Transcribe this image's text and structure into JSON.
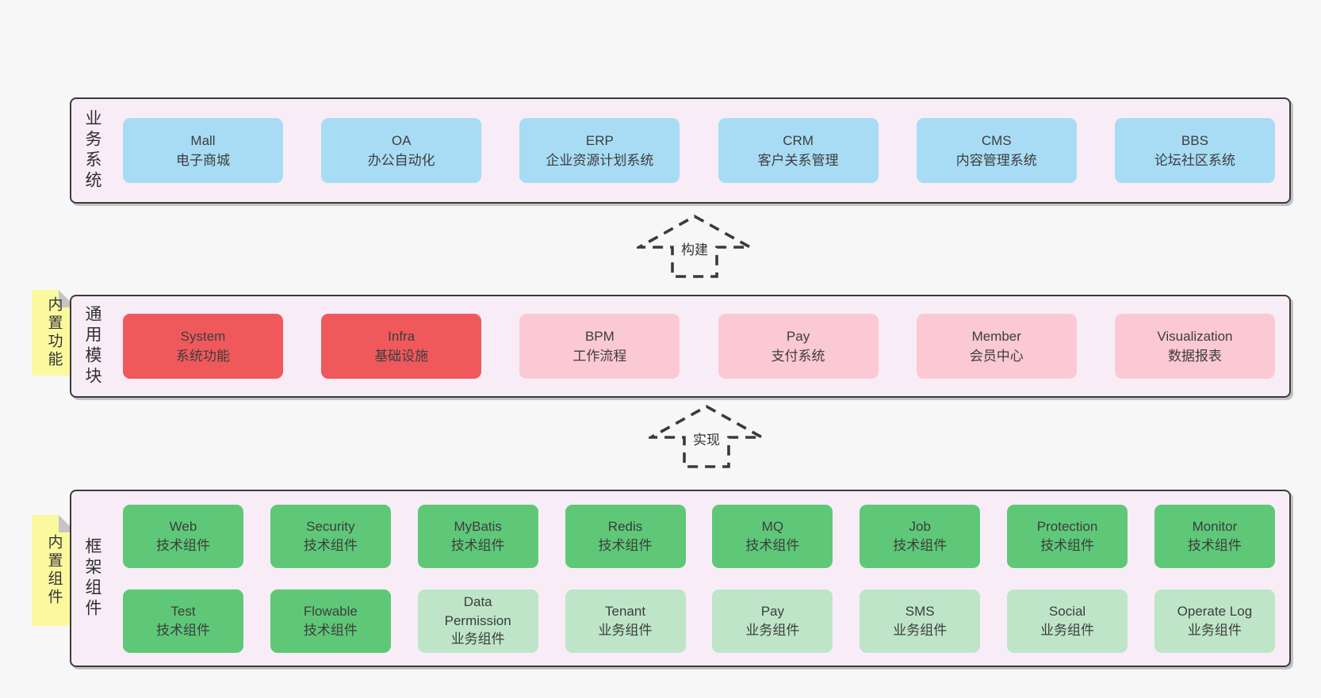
{
  "diagram": {
    "title_hint": "framework architecture diagram",
    "colors": {
      "page_bg": "#f7f7f7",
      "panel_bg": "#f8edf6",
      "panel_border": "#3b3b3b",
      "blue_box": "#a8dcf4",
      "red_box": "#f0595c",
      "pink_box": "#fbc9d3",
      "green_dark_box": "#5ec878",
      "green_light_box": "#bee5c8",
      "sticky_yellow": "#fbf99d",
      "sticky_fold_gray": "#c5c5c5",
      "text": "#3d3d3d"
    },
    "arrows": [
      {
        "label": "构建"
      },
      {
        "label": "实现"
      }
    ],
    "panels": {
      "business": {
        "label": "业务系统",
        "boxes": [
          {
            "title": "Mall",
            "subtitle": "电子商城"
          },
          {
            "title": "OA",
            "subtitle": "办公自动化"
          },
          {
            "title": "ERP",
            "subtitle": "企业资源计划系统"
          },
          {
            "title": "CRM",
            "subtitle": "客户关系管理"
          },
          {
            "title": "CMS",
            "subtitle": "内容管理系统"
          },
          {
            "title": "BBS",
            "subtitle": "论坛社区系统"
          }
        ]
      },
      "modules": {
        "label": "通用模块",
        "sticky": "内置功能",
        "boxes": [
          {
            "title": "System",
            "subtitle": "系统功能",
            "variant": "red"
          },
          {
            "title": "Infra",
            "subtitle": "基础设施",
            "variant": "red"
          },
          {
            "title": "BPM",
            "subtitle": "工作流程",
            "variant": "pink"
          },
          {
            "title": "Pay",
            "subtitle": "支付系统",
            "variant": "pink"
          },
          {
            "title": "Member",
            "subtitle": "会员中心",
            "variant": "pink"
          },
          {
            "title": "Visualization",
            "subtitle": "数据报表",
            "variant": "pink"
          }
        ]
      },
      "framework": {
        "label": "框架组件",
        "sticky": "内置组件",
        "row1": [
          {
            "title": "Web",
            "subtitle": "技术组件",
            "variant": "green-dark"
          },
          {
            "title": "Security",
            "subtitle": "技术组件",
            "variant": "green-dark"
          },
          {
            "title": "MyBatis",
            "subtitle": "技术组件",
            "variant": "green-dark"
          },
          {
            "title": "Redis",
            "subtitle": "技术组件",
            "variant": "green-dark"
          },
          {
            "title": "MQ",
            "subtitle": "技术组件",
            "variant": "green-dark"
          },
          {
            "title": "Job",
            "subtitle": "技术组件",
            "variant": "green-dark"
          },
          {
            "title": "Protection",
            "subtitle": "技术组件",
            "variant": "green-dark"
          },
          {
            "title": "Monitor",
            "subtitle": "技术组件",
            "variant": "green-dark"
          }
        ],
        "row2": [
          {
            "title": "Test",
            "subtitle": "技术组件",
            "variant": "green-dark"
          },
          {
            "title": "Flowable",
            "subtitle": "技术组件",
            "variant": "green-dark"
          },
          {
            "title": "Data Permission",
            "subtitle": "业务组件",
            "variant": "green-light"
          },
          {
            "title": "Tenant",
            "subtitle": "业务组件",
            "variant": "green-light"
          },
          {
            "title": "Pay",
            "subtitle": "业务组件",
            "variant": "green-light"
          },
          {
            "title": "SMS",
            "subtitle": "业务组件",
            "variant": "green-light"
          },
          {
            "title": "Social",
            "subtitle": "业务组件",
            "variant": "green-light"
          },
          {
            "title": "Operate Log",
            "subtitle": "业务组件",
            "variant": "green-light"
          }
        ]
      }
    }
  }
}
